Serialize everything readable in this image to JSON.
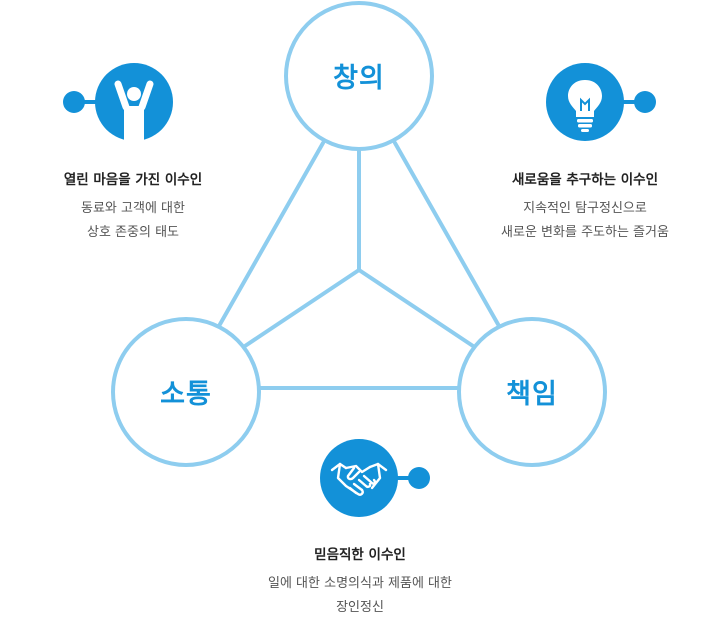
{
  "colors": {
    "accent": "#1391d8",
    "line": "#8ecdef",
    "title_text": "#222222",
    "body_text": "#555555"
  },
  "circles": {
    "top": "창의",
    "left": "소통",
    "right": "책임"
  },
  "traits": {
    "left": {
      "icon": "person-arms-up-icon",
      "title": "열린 마음을 가진 이수인",
      "lines": [
        "동료와 고객에 대한",
        "상호 존중의 태도"
      ]
    },
    "right": {
      "icon": "lightbulb-icon",
      "title": "새로움을 추구하는 이수인",
      "lines": [
        "지속적인 탐구정신으로",
        "새로운 변화를 주도하는 즐거움"
      ]
    },
    "bottom": {
      "icon": "handshake-icon",
      "title": "믿음직한 이수인",
      "lines": [
        "일에 대한 소명의식과 제품에 대한",
        "장인정신"
      ]
    }
  }
}
